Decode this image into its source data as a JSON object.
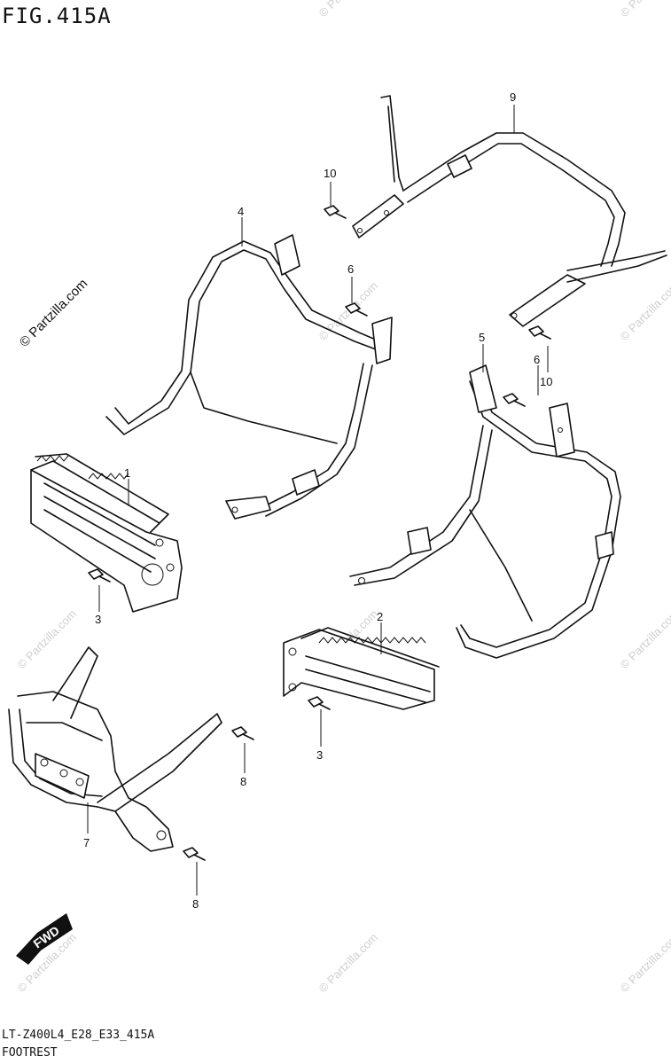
{
  "figure": {
    "title": "FIG.415A",
    "model_code": "LT-Z400L4_E28_E33_415A",
    "name": "FOOTREST"
  },
  "watermark": {
    "main": "© Partzilla.com",
    "repeat": "© Partzilla.com"
  },
  "fwd_badge": {
    "label": "FWD"
  },
  "callouts": {
    "c1": "1",
    "c2": "2",
    "c3a": "3",
    "c3b": "3",
    "c4": "4",
    "c5": "5",
    "c6a": "6",
    "c6b": "6",
    "c7": "7",
    "c8a": "8",
    "c8b": "8",
    "c9": "9",
    "c10a": "10",
    "c10b": "10"
  }
}
